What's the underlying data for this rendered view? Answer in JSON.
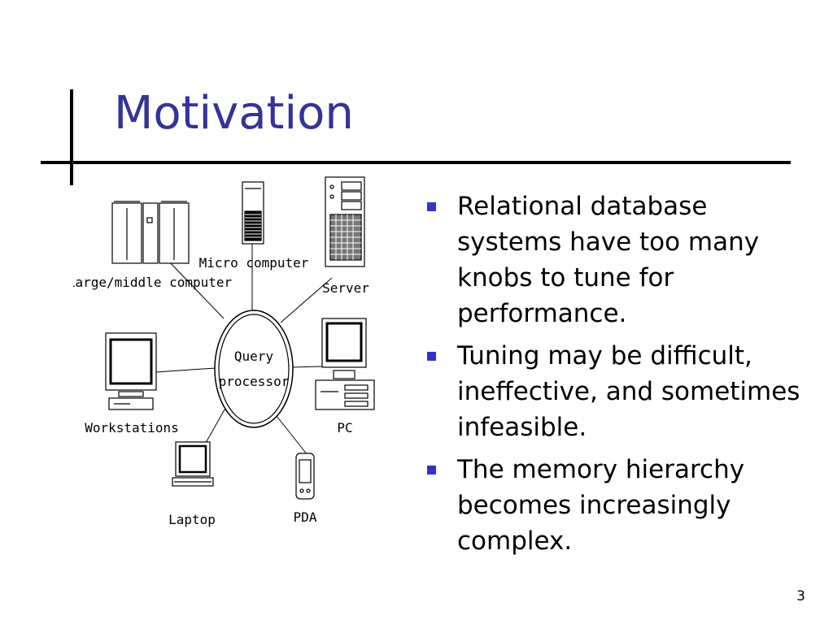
{
  "slide": {
    "title": "Motivation",
    "page_number": "3"
  },
  "diagram": {
    "center_line1": "Query",
    "center_line2": "processor",
    "nodes": {
      "large": "Large/middle computer",
      "micro": "Micro computer",
      "server": "Server",
      "workstations": "Workstations",
      "pc": "PC",
      "laptop": "Laptop",
      "pda": "PDA"
    }
  },
  "bullets": [
    "Relational database systems have too many knobs to tune for performance.",
    "Tuning may be difficult, ineffective, and sometimes infeasible.",
    "The memory hierarchy becomes increasingly complex."
  ],
  "colors": {
    "title": "#333399",
    "bullet": "#3333cc",
    "rule": "#000000"
  }
}
